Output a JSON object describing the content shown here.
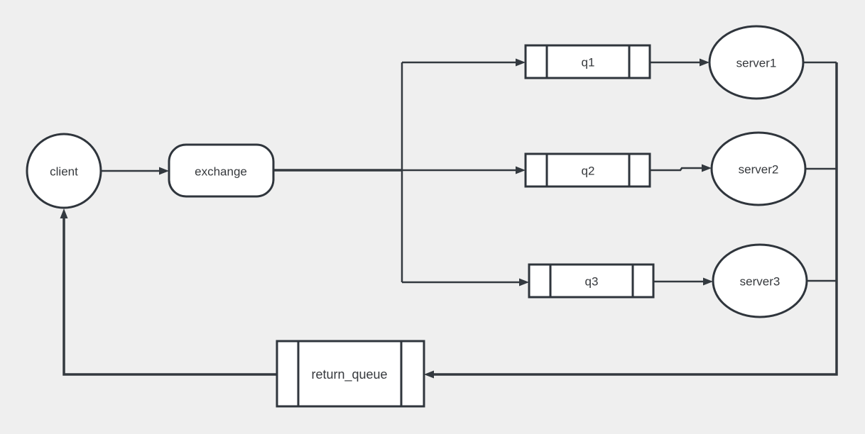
{
  "diagram": {
    "type": "message-queue-topology",
    "background_color": "#efefef",
    "node_fill_color": "#ffffff",
    "node_stroke_color": "#2f353c",
    "edge_color": "#33393f",
    "text_color": "#36393d",
    "nodes": [
      {
        "id": "client",
        "label": "client",
        "shape": "circle"
      },
      {
        "id": "exchange",
        "label": "exchange",
        "shape": "rounded-rect"
      },
      {
        "id": "q1",
        "label": "q1",
        "shape": "queue"
      },
      {
        "id": "q2",
        "label": "q2",
        "shape": "queue"
      },
      {
        "id": "q3",
        "label": "q3",
        "shape": "queue"
      },
      {
        "id": "server1",
        "label": "server1",
        "shape": "ellipse"
      },
      {
        "id": "server2",
        "label": "server2",
        "shape": "ellipse"
      },
      {
        "id": "server3",
        "label": "server3",
        "shape": "ellipse"
      },
      {
        "id": "return_queue",
        "label": "return_queue",
        "shape": "queue"
      }
    ],
    "edges": [
      {
        "from": "client",
        "to": "exchange"
      },
      {
        "from": "exchange",
        "to": "q1"
      },
      {
        "from": "exchange",
        "to": "q2"
      },
      {
        "from": "exchange",
        "to": "q3"
      },
      {
        "from": "q1",
        "to": "server1"
      },
      {
        "from": "q2",
        "to": "server2"
      },
      {
        "from": "q3",
        "to": "server3"
      },
      {
        "from": "server1",
        "to": "return_queue"
      },
      {
        "from": "server2",
        "to": "return_queue"
      },
      {
        "from": "server3",
        "to": "return_queue"
      },
      {
        "from": "return_queue",
        "to": "client"
      }
    ]
  }
}
